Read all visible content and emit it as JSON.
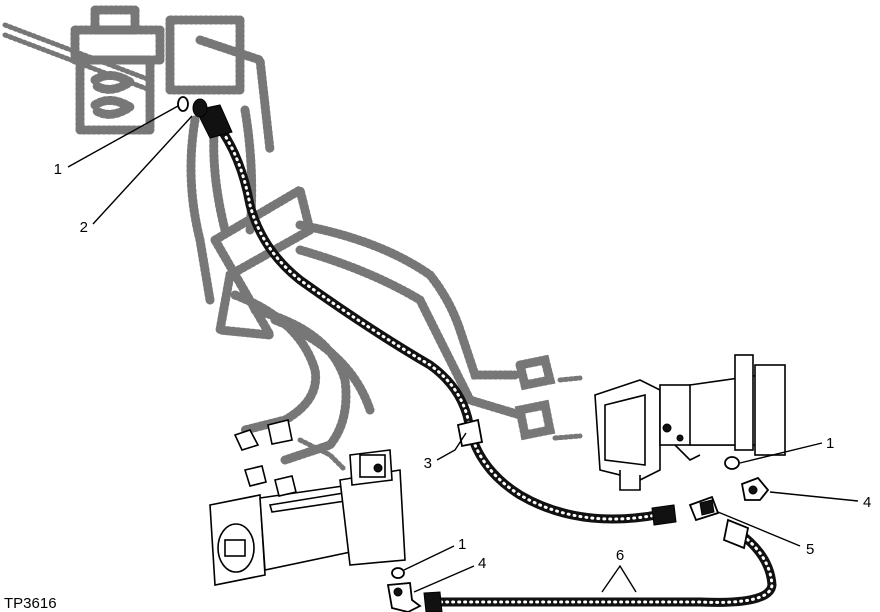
{
  "figure": {
    "id_label": "TP3616"
  },
  "callouts": [
    {
      "text": "1",
      "anchor": "end"
    },
    {
      "text": "2",
      "anchor": "end"
    },
    {
      "text": "3",
      "anchor": "end"
    },
    {
      "text": "1",
      "anchor": "start"
    },
    {
      "text": "4",
      "anchor": "start"
    },
    {
      "text": "5",
      "anchor": "start"
    },
    {
      "text": "1",
      "anchor": "start"
    },
    {
      "text": "4",
      "anchor": "start"
    },
    {
      "text": "6",
      "anchor": "middle"
    }
  ]
}
